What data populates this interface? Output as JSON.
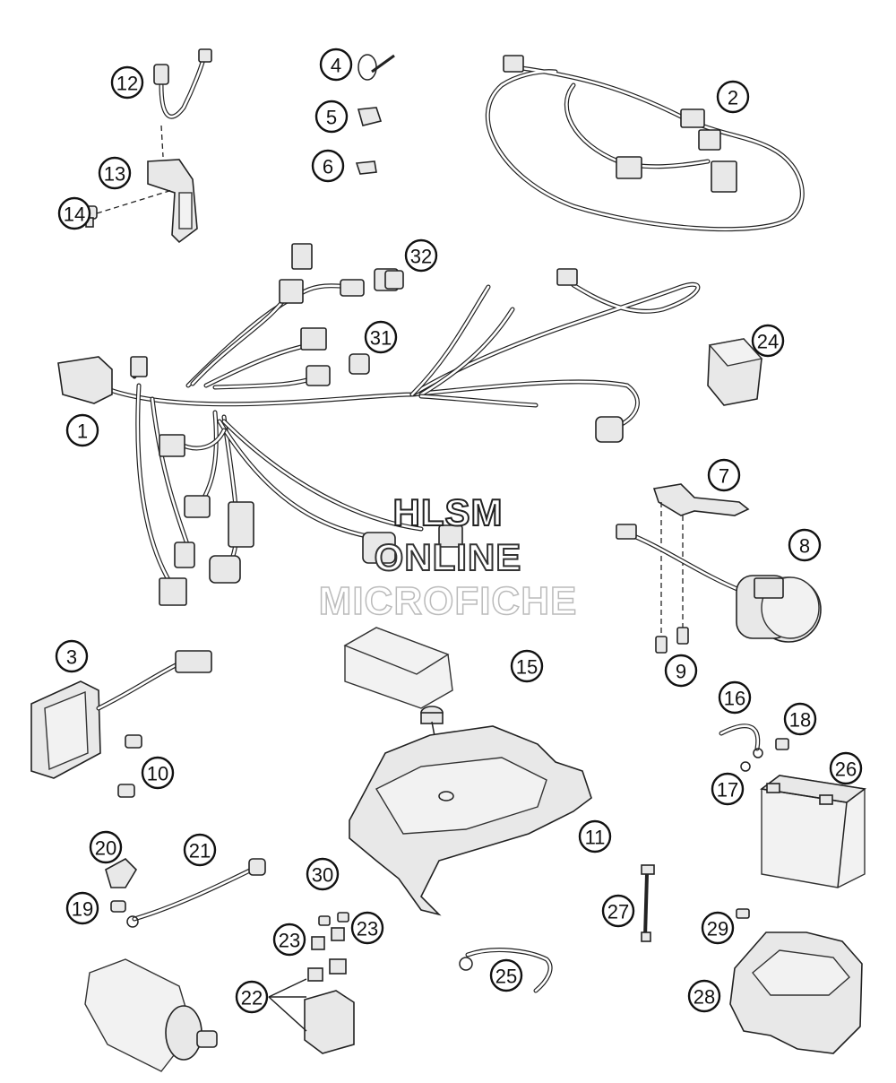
{
  "diagram": {
    "parts": [
      {
        "label": "1"
      },
      {
        "label": "2"
      },
      {
        "label": "3"
      },
      {
        "label": "4"
      },
      {
        "label": "5"
      },
      {
        "label": "6"
      },
      {
        "label": "7"
      },
      {
        "label": "8"
      },
      {
        "label": "9"
      },
      {
        "label": "10"
      },
      {
        "label": "11"
      },
      {
        "label": "12"
      },
      {
        "label": "13"
      },
      {
        "label": "14"
      },
      {
        "label": "15"
      },
      {
        "label": "16"
      },
      {
        "label": "17"
      },
      {
        "label": "18"
      },
      {
        "label": "19"
      },
      {
        "label": "20"
      },
      {
        "label": "21"
      },
      {
        "label": "22"
      },
      {
        "label": "23"
      },
      {
        "label": "23"
      },
      {
        "label": "24"
      },
      {
        "label": "25"
      },
      {
        "label": "26"
      },
      {
        "label": "27"
      },
      {
        "label": "28"
      },
      {
        "label": "29"
      },
      {
        "label": "30"
      },
      {
        "label": "31"
      },
      {
        "label": "32"
      }
    ]
  },
  "watermark": {
    "line1": "HLSM",
    "line2": "ONLINE",
    "line3": "MICROFICHE"
  }
}
